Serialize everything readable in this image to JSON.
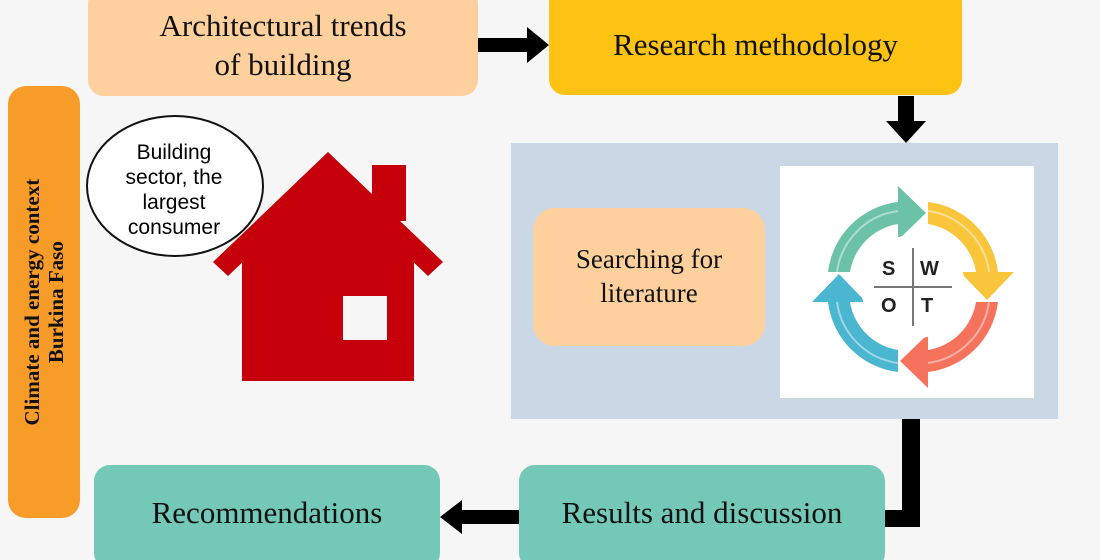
{
  "boxes": {
    "architectural_trends": [
      "Architectural trends",
      "of building"
    ],
    "research_methodology": "Research methodology",
    "searching_literature": [
      "Searching for",
      "literature"
    ],
    "results_discussion": "Results and discussion",
    "recommendations": "Recommendations"
  },
  "side_label": [
    "Climate and energy context",
    "Burkina Faso"
  ],
  "bubble": [
    "Building",
    "sector, the",
    "largest",
    "consumer"
  ],
  "swot": {
    "letters": [
      "S",
      "W",
      "O",
      "T"
    ],
    "colors": [
      "#6cc2a6",
      "#f9c53a",
      "#4ab6cf",
      "#f5735d"
    ]
  },
  "colors": {
    "orange_light": "#fdd09d",
    "yellow": "#fcc312",
    "orange": "#f79c29",
    "teal": "#73c8b8",
    "panel": "#cad7e4",
    "house_red": "#c5000b",
    "arrow": "#000000"
  },
  "icons": {
    "house": "house-icon",
    "swot_cycle": "swot-cycle-icon"
  }
}
